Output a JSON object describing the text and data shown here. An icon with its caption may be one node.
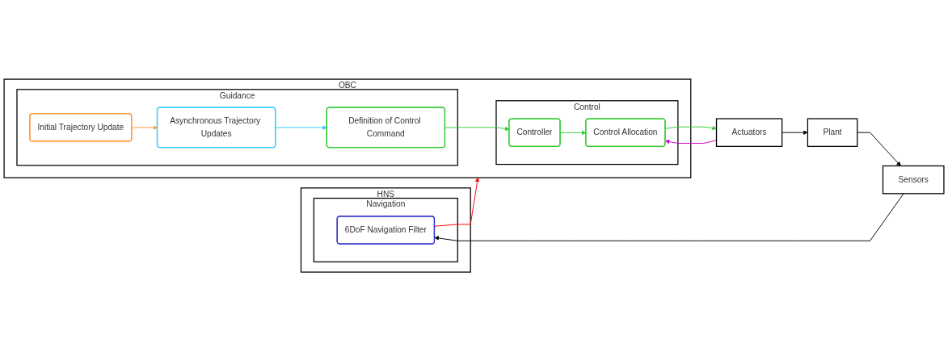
{
  "diagram": {
    "nodes": [
      {
        "text": [
          "HNS"
        ]
      },
      {
        "text": [
          "Navigation"
        ],
        "in": 0
      },
      {
        "text": [
          "6DoF Navigation Filter"
        ],
        "in": 1
      },
      {
        "text": [
          "OBC"
        ]
      },
      {
        "text": [
          "Guidance"
        ],
        "in": 3
      },
      {
        "text": [
          "Initial Trajectory Update"
        ],
        "in": 4
      },
      {
        "text": [
          "Asynchronous Trajectory Updates"
        ],
        "in": 4
      },
      {
        "text": [
          "Definition of Control Command"
        ],
        "in": 4
      },
      {
        "text": [
          "Control"
        ],
        "in": 3
      },
      {
        "text": [
          "Controller"
        ],
        "in": 8
      },
      {
        "text": [
          "Control Allocation"
        ],
        "in": 8
      },
      {
        "text": [
          "Sensors"
        ]
      },
      {
        "text": [
          "Plant"
        ]
      },
      {
        "text": [
          "Actuators"
        ]
      }
    ],
    "edges": [
      {
        "from": 2,
        "to": 3,
        "arrow": "to",
        "color": "#ff0000"
      },
      {
        "from": 5,
        "to": 6,
        "arrow": "to",
        "color": "#ff9933"
      },
      {
        "from": 6,
        "to": 7,
        "arrow": "to",
        "color": "#33ccff"
      },
      {
        "from": 7,
        "to": 9,
        "arrow": "to",
        "color": "#33cc33"
      },
      {
        "from": 9,
        "to": 10,
        "arrow": "to",
        "color": "#33cc33"
      },
      {
        "from": 10,
        "to": 13,
        "arrow": "to",
        "color": "#33cc33"
      },
      {
        "from": 13,
        "to": 10,
        "arrow": "to",
        "color": "#cc00cc"
      },
      {
        "from": 13,
        "to": 12,
        "arrow": "to",
        "color": "#000000"
      },
      {
        "from": 12,
        "to": 11,
        "arrow": "to",
        "color": "#000000"
      },
      {
        "from": 11,
        "to": 2,
        "arrow": "to",
        "color": "#000000"
      }
    ]
  }
}
